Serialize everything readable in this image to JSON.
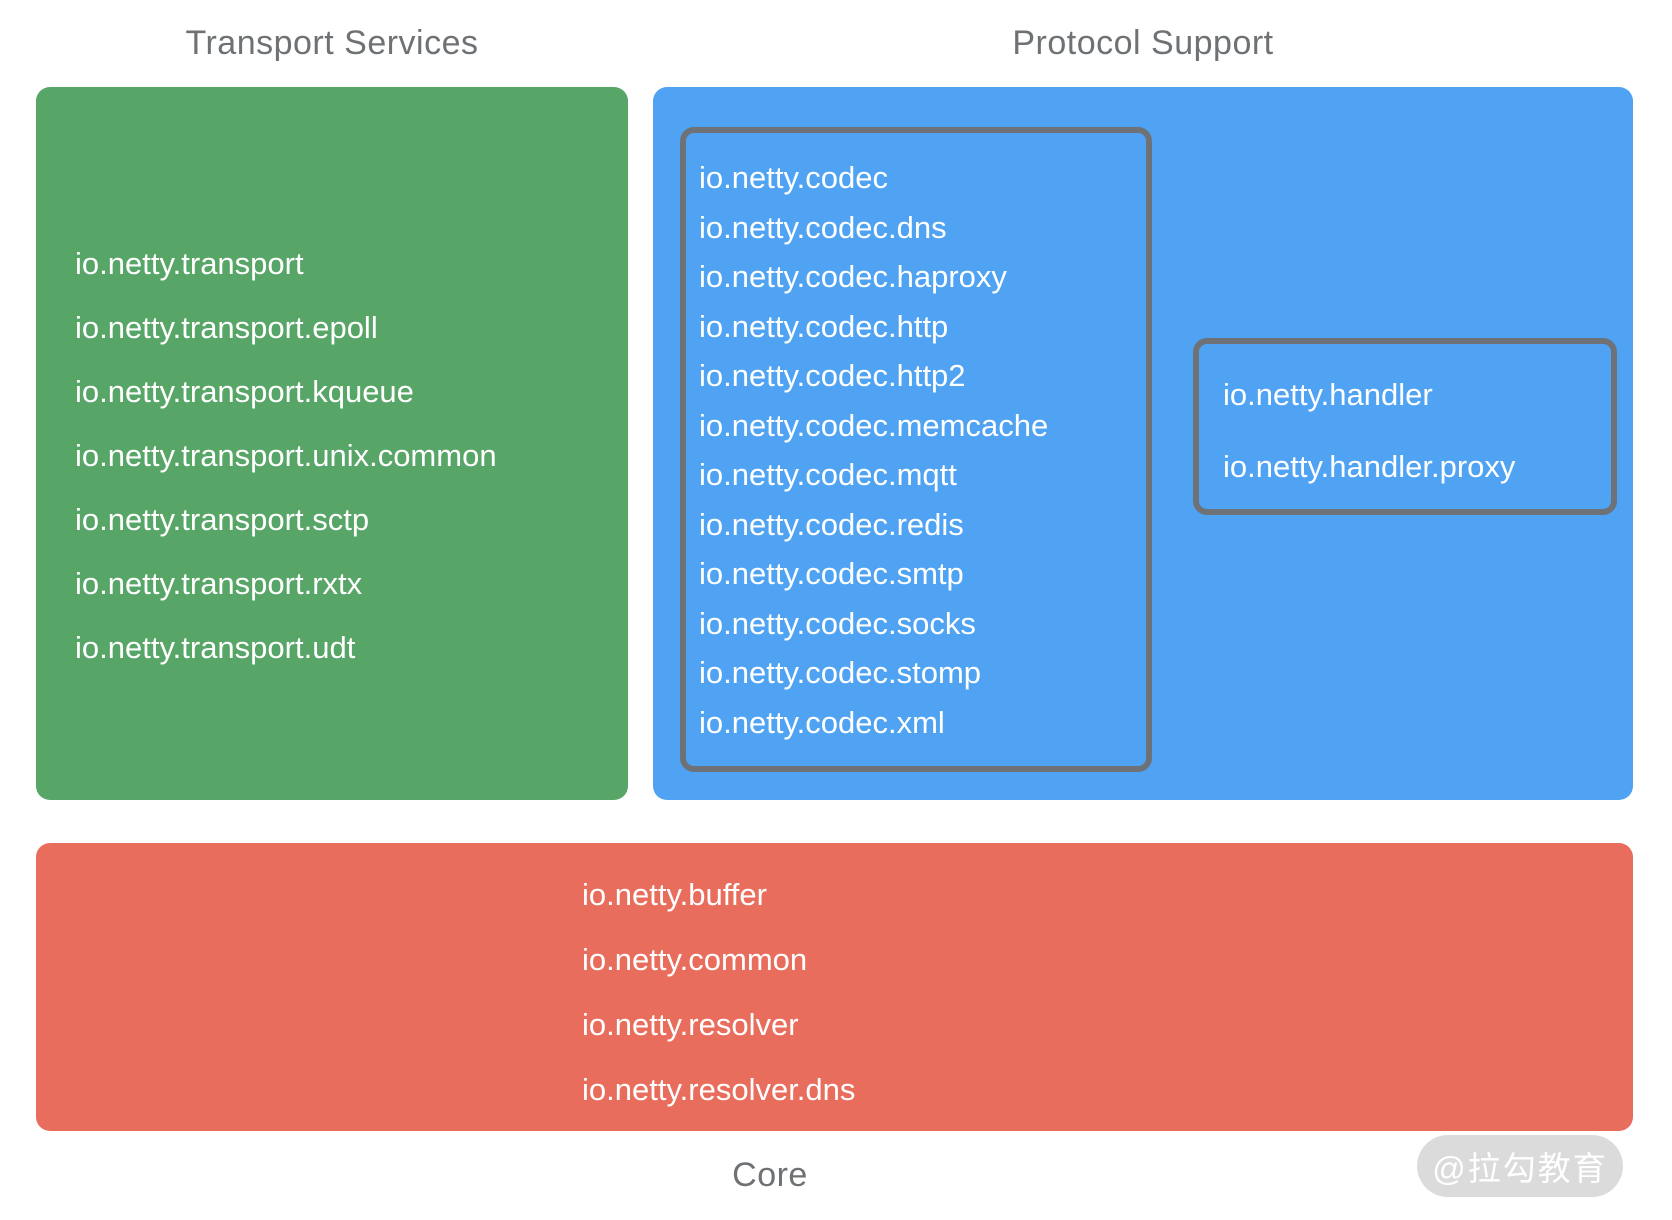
{
  "diagram": {
    "sections": {
      "transport": {
        "title": "Transport Services",
        "packages": [
          "io.netty.transport",
          "io.netty.transport.epoll",
          "io.netty.transport.kqueue",
          "io.netty.transport.unix.common",
          "io.netty.transport.sctp",
          "io.netty.transport.rxtx",
          "io.netty.transport.udt"
        ]
      },
      "protocol": {
        "title": "Protocol Support",
        "codec_packages": [
          "io.netty.codec",
          "io.netty.codec.dns",
          "io.netty.codec.haproxy",
          "io.netty.codec.http",
          "io.netty.codec.http2",
          "io.netty.codec.memcache",
          "io.netty.codec.mqtt",
          "io.netty.codec.redis",
          "io.netty.codec.smtp",
          "io.netty.codec.socks",
          "io.netty.codec.stomp",
          "io.netty.codec.xml"
        ],
        "handler_packages": [
          "io.netty.handler",
          "io.netty.handler.proxy"
        ]
      },
      "core": {
        "title": "Core",
        "packages": [
          "io.netty.buffer",
          "io.netty.common",
          "io.netty.resolver",
          "io.netty.resolver.dns"
        ]
      }
    },
    "watermark": "@拉勾教育",
    "colors": {
      "transport_green": "#57A567",
      "protocol_blue": "#4FA3F2",
      "core_red": "#E96D5D",
      "inner_border_gray": "#6E7276",
      "title_gray": "#6E7275",
      "watermark_bg": "#DBDBDB",
      "package_text": "#FFFFFF"
    }
  }
}
